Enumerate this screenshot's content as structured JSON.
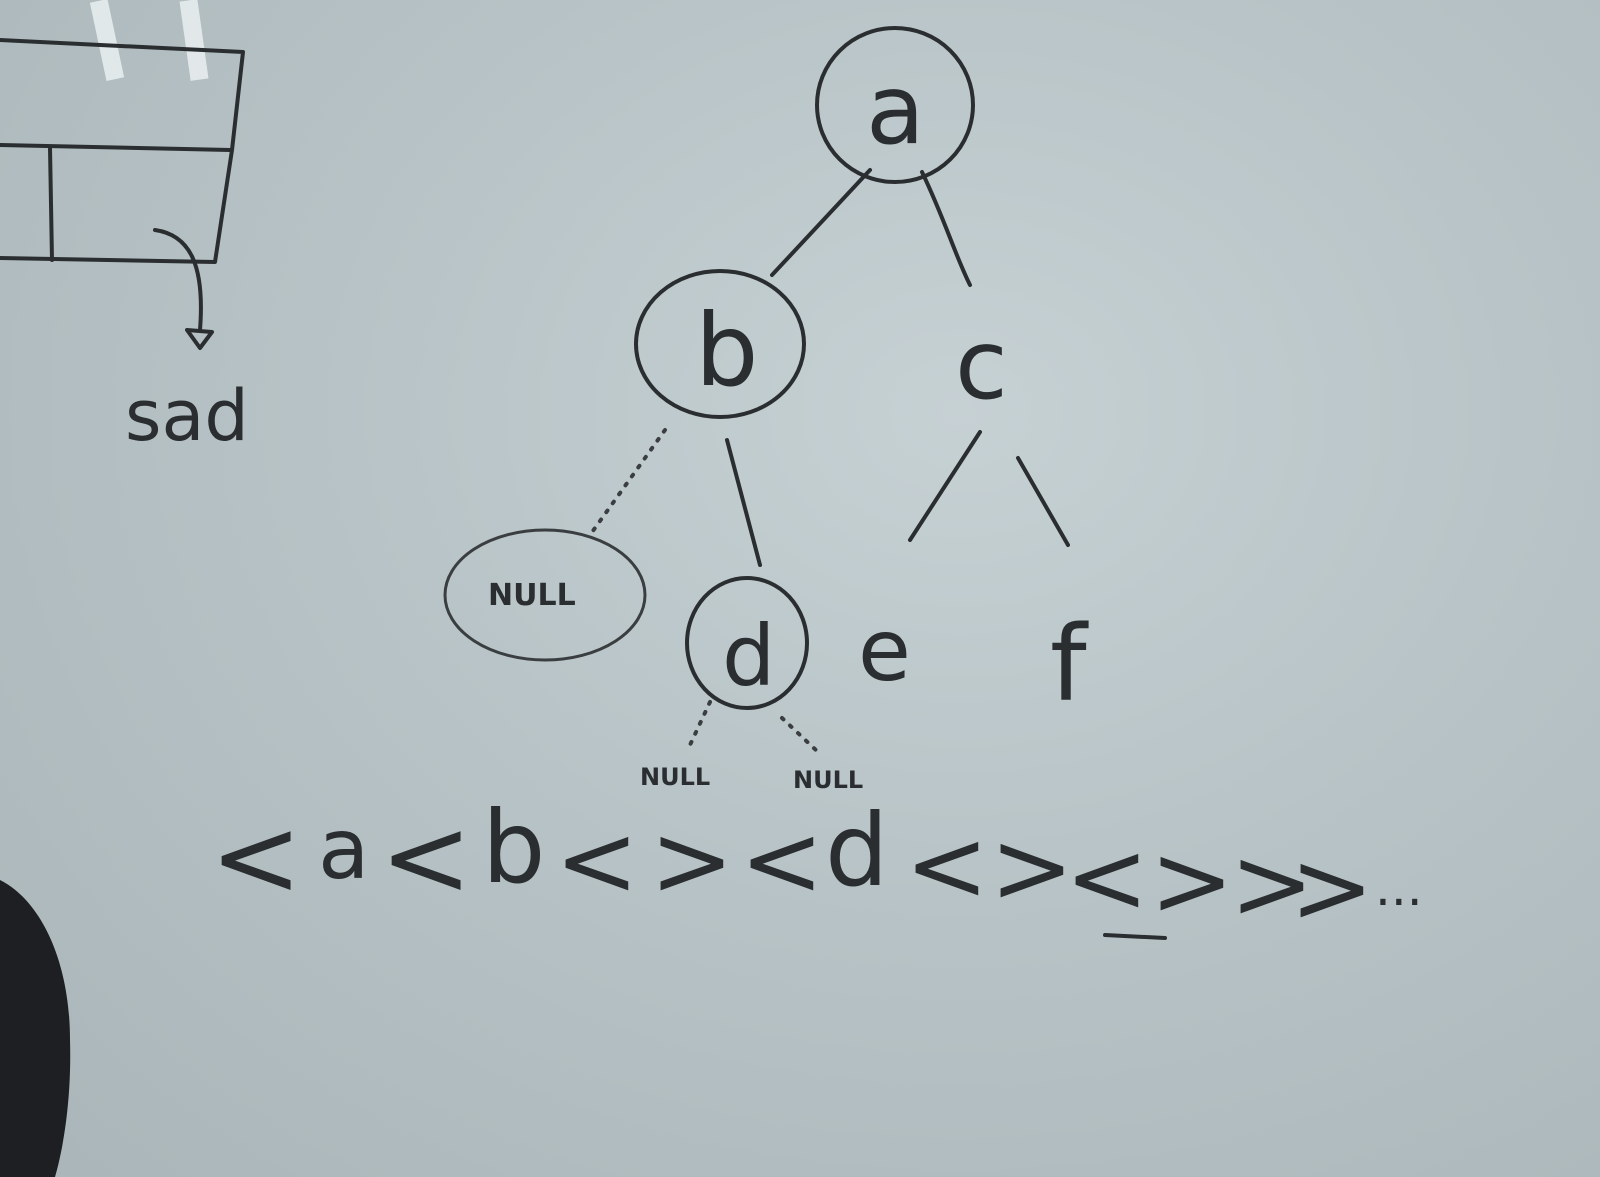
{
  "list_label": "sad",
  "tree": {
    "nodes": {
      "a": "a",
      "b": "b",
      "c": "c",
      "d": "d",
      "e": "e",
      "f": "f"
    },
    "null_left_of_b": "NULL",
    "null_left_of_d": "NULL",
    "null_right_of_d": "NULL"
  },
  "encoding": {
    "segments": [
      "<",
      "a",
      "<",
      "b",
      "<",
      ">",
      "<",
      "d",
      "<",
      ">",
      "<",
      ">",
      ">",
      ">"
    ],
    "ellipsis": "..."
  }
}
